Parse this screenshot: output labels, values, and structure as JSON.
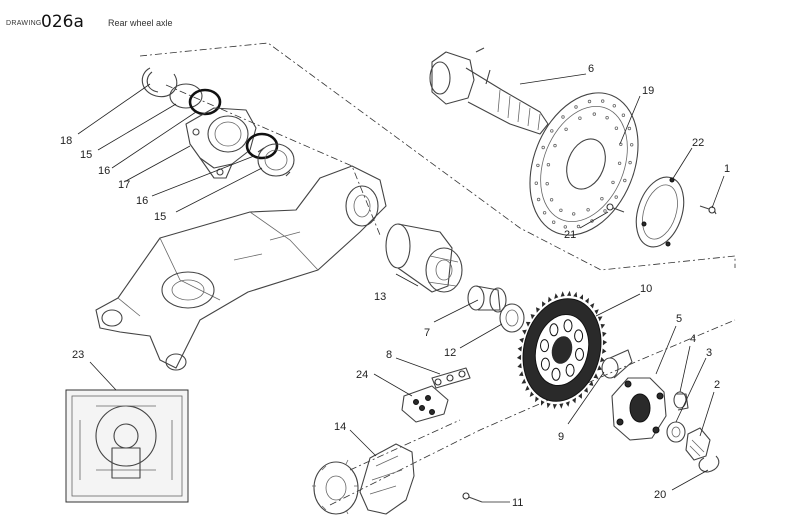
{
  "header": {
    "drawing_label": "DRAWING",
    "drawing_code": "026a",
    "title": "Rear wheel axle"
  },
  "callouts": [
    "1",
    "2",
    "3",
    "4",
    "5",
    "6",
    "7",
    "8",
    "9",
    "10",
    "11",
    "12",
    "13",
    "14",
    "15",
    "15",
    "16",
    "16",
    "17",
    "18",
    "19",
    "20",
    "21",
    "22",
    "23",
    "24"
  ],
  "colors": {
    "line": "#444444",
    "label": "#222222",
    "background": "#ffffff"
  }
}
